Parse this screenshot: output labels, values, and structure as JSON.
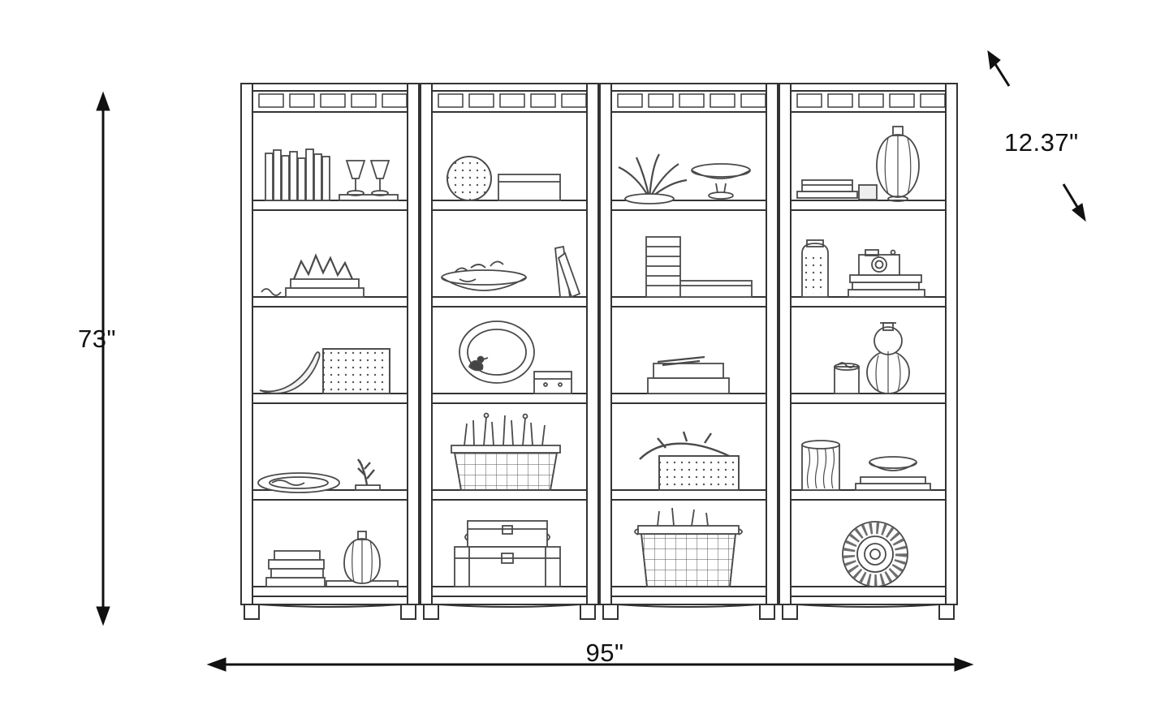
{
  "diagram": {
    "dimensions": {
      "height_label": "73\"",
      "width_label": "95\"",
      "depth_label": "12.37\""
    },
    "colors": {
      "background": "#ffffff",
      "sketch_line": "#4a4a4a",
      "frame_line": "#333333",
      "dimension_line": "#111111"
    }
  }
}
